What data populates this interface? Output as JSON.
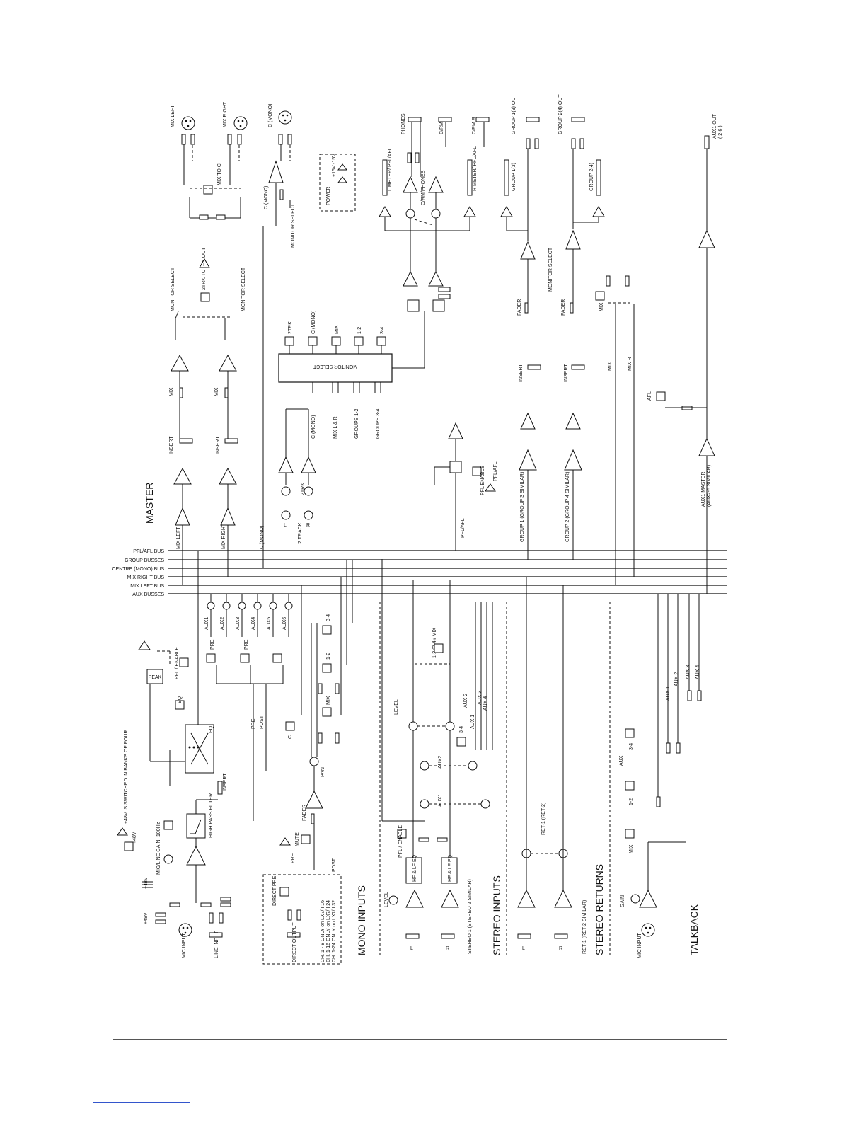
{
  "sections": {
    "master": "MASTER",
    "mono_inputs": "MONO INPUTS",
    "stereo_inputs": "STEREO INPUTS",
    "stereo_returns": "STEREO RETURNS",
    "talkback": "TALKBACK"
  },
  "busses": [
    "PFL/AFL BUS",
    "GROUP BUSSES",
    "CENTRE (MONO) BUS",
    "MIX RIGHT BUS",
    "MIX LEFT BUS",
    "AUX BUSSES"
  ],
  "monitor_select": {
    "title": "MONITOR SELECT",
    "buttons": [
      "2TRK",
      "C (MONO)",
      "MIX",
      "1-2",
      "3-4"
    ],
    "inputs": [
      "C (MONO)",
      "MIX L & R",
      "GROUPS 1-2",
      "GROUPS 3-4"
    ]
  },
  "master": {
    "outputs": [
      "MIX LEFT",
      "MIX RIGHT",
      "C (MONO)"
    ],
    "mix_to_c": "MIX TO C",
    "monitor_select": "MONITOR SELECT",
    "trk_to_mix": "2TRK TO MIX OUT",
    "insert": "INSERT",
    "mix": "MIX",
    "mix_left": "MIX LEFT",
    "mix_right": "MIX RIGHT",
    "c_mono": "C (MONO)",
    "two_track": "2 TRACK",
    "two_trk": "2TRK",
    "l": "L",
    "r": "R",
    "power": "POWER",
    "p15": "+15V",
    "m15": "-15V"
  },
  "monitor": {
    "phones": "PHONES",
    "crm_l": "C/RM L",
    "crm_r": "C/RM R",
    "l_meter": "L METER/ PFL/AFL",
    "r_meter": "R METER/ PFL/AFL",
    "crm_phones": "C/RM/PHONES",
    "pfl_afl": "PFL/AFL",
    "pfl_enable": "PFL ENABLE"
  },
  "groups": {
    "group1_out": "GROUP 1(3) OUT",
    "group2_out": "GROUP 2(4) OUT",
    "group13": "GROUP 1(3)",
    "group24": "GROUP 2(4)",
    "fader": "FADER",
    "insert": "INSERT",
    "monitor_select": "MONITOR SELECT",
    "group1_similar": "GROUP 1 (GROUP 3 SIMILAR)",
    "group2_similar": "GROUP 2 (GROUP 4 SIMILAR)",
    "mix": "MIX",
    "mix_l": "MIX L",
    "mix_r": "MIX R"
  },
  "aux": {
    "aux1_out": "AUX1 OUT",
    "aux_range": "( 2-6 )",
    "afl": "AFL",
    "aux1_master": "AUX1 MASTER",
    "aux_similar": "(AUX2-6 SIMILAR)"
  },
  "mono_channel": {
    "mic_input": "MIC INPUT",
    "line_input": "LINE INPUT",
    "p48v": "+48V",
    "p48v_banks": "+48V IS SWITCHED IN BANKS OF FOUR",
    "mic_line_gain": "MIC/LINE GAIN",
    "hz100": "100Hz",
    "high_pass": "HIGH PASS FILTER",
    "insert": "INSERT",
    "eq": "EQ",
    "peak": "PEAK",
    "pfl_enable": "PFL / ENABLE",
    "pre": "PRE",
    "post": "POST",
    "auxes": [
      "AUX1",
      "AUX2",
      "AUX3",
      "AUX4",
      "AUX5",
      "AUX6"
    ],
    "mute": "MUTE",
    "fader": "FADER",
    "pan": "PAN",
    "c": "C",
    "mix": "MIX",
    "b12": "1-2",
    "b34": "3-4",
    "direct_pre": "DIRECT PRE",
    "direct_output": "DIRECT OUTPUT",
    "notes": [
      "CH. 1 - 8 ONLY on LX7/II 16",
      "CH. 1-16 ONLY on LX7/II 24",
      "CH. 1-24 ONLY on LX7/II 32"
    ]
  },
  "stereo_channel": {
    "level": "LEVEL",
    "l": "L",
    "r": "R",
    "stereo_similar": "STEREO 1 (STEREO 2 SIMILAR)",
    "hf_lf_eq": "HF & LF EQ",
    "pfl_enable": "PFL / ENABLE",
    "aux1": "AUX1",
    "aux2": "AUX2",
    "b34": "3-4",
    "level2": "LEVEL",
    "mix_12_34": "1-2 (3-4)/ MIX",
    "aux_labels": [
      "AUX 1",
      "AUX 2",
      "AUX 3",
      "AUX 4"
    ]
  },
  "returns": {
    "ret1": "RET-1 (RET-2)",
    "ret_similar": "RET-1 (RET-2 SIMILAR)",
    "l": "L",
    "r": "R",
    "aux_labels": [
      "AUX 1",
      "AUX 2",
      "AUX 3",
      "AUX 4"
    ]
  },
  "talkback_channel": {
    "mic_input": "MIC INPUT",
    "gain": "GAIN",
    "mix": "MIX",
    "b12": "1-2",
    "aux": "AUX",
    "b34": "3-4"
  }
}
